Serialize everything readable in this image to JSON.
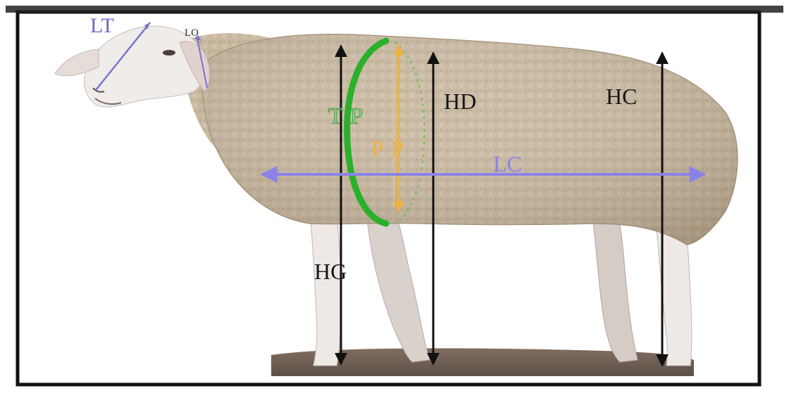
{
  "diagram": {
    "labels": {
      "lt": "LT",
      "lo": "LO",
      "tp": "TP",
      "pp": "PP",
      "hd": "HD",
      "hc": "HC",
      "lc": "LC",
      "hg": "HG"
    },
    "colors": {
      "frame": "#111111",
      "wool": "#c8b8a0",
      "head": "#f0ecea",
      "legs": "#efe9e6",
      "ground": "#5a4638",
      "height_arrows": "#111111",
      "lc_arrow": "#8b82e8",
      "head_measures": "#7b73d0",
      "tp_ring": "#2bb02b",
      "pp_arrow": "#f0b23c"
    },
    "icons": [
      "sheep-figure",
      "measurement-arrow"
    ]
  }
}
